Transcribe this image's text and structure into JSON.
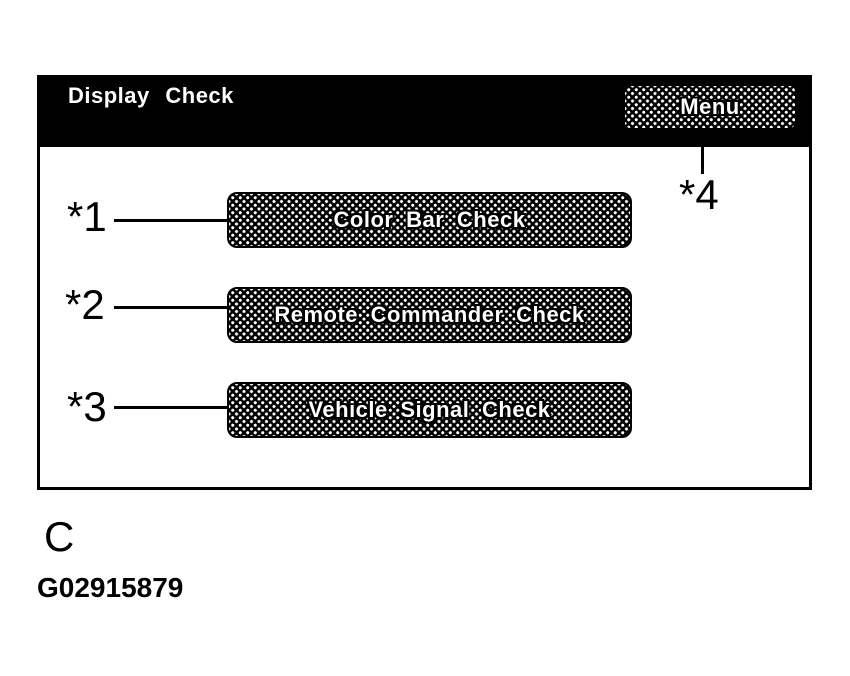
{
  "header": {
    "title": "Display Check",
    "menu_label": "Menu"
  },
  "buttons": [
    {
      "label": "Color Bar Check",
      "callout": "*1"
    },
    {
      "label": "Remote Commander Check",
      "callout": "*2"
    },
    {
      "label": "Vehicle Signal Check",
      "callout": "*3"
    }
  ],
  "menu_callout": "*4",
  "footer": {
    "letter": "C",
    "figure_id": "G02915879"
  },
  "colors": {
    "ink": "#000000",
    "paper": "#ffffff",
    "pattern_dot": "#ffffff",
    "header_bg": "#000000"
  }
}
